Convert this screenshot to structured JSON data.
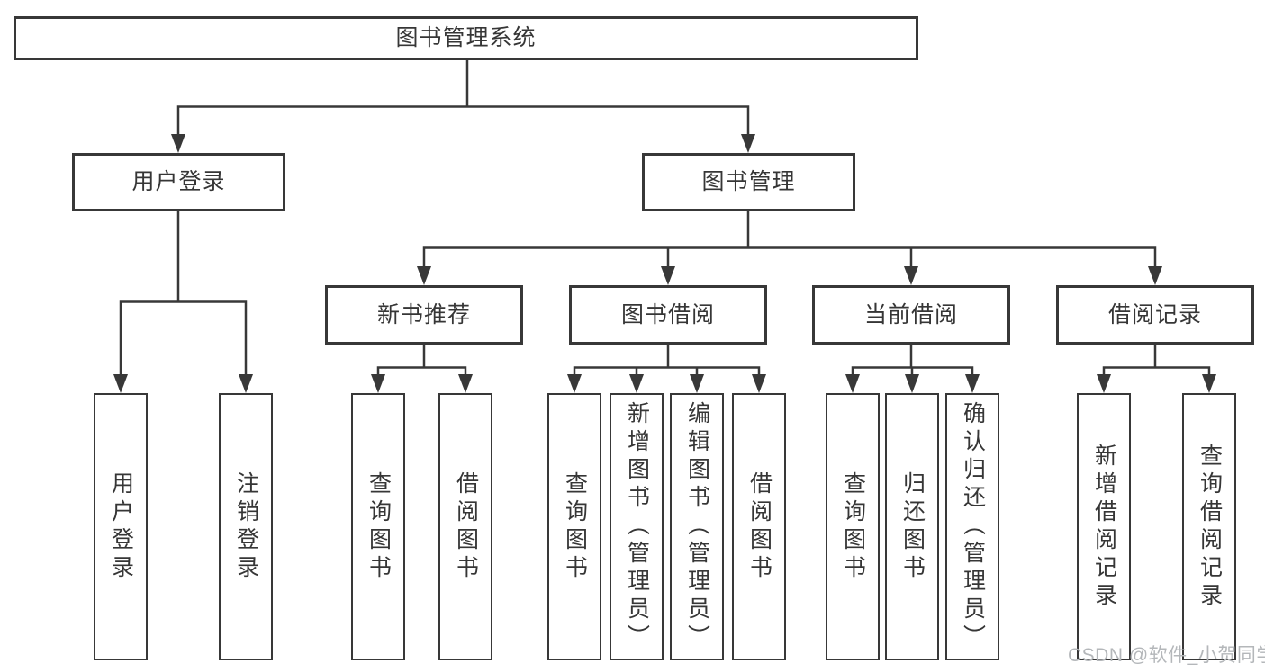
{
  "diagram": {
    "type": "hierarchy-tree",
    "title": "图书管理系统"
  },
  "colors": {
    "line": "#383838",
    "box_border": "#383838",
    "text": "#363636",
    "background": "#ffffff",
    "watermark": "#b4b7ba"
  },
  "tree": {
    "root": "图书管理系统",
    "branches": [
      {
        "label": "用户登录",
        "children": [
          "用户登录",
          "注销登录"
        ]
      },
      {
        "label": "图书管理",
        "children": [
          {
            "label": "新书推荐",
            "children": [
              "查询图书",
              "借阅图书"
            ]
          },
          {
            "label": "图书借阅",
            "children": [
              "查询图书",
              "新增图书（管理员）",
              "编辑图书（管理员）",
              "借阅图书"
            ]
          },
          {
            "label": "当前借阅",
            "children": [
              "查询图书",
              "归还图书",
              "确认归还（管理员）"
            ]
          },
          {
            "label": "借阅记录",
            "children": [
              "新增借阅记录",
              "查询借阅记录"
            ]
          }
        ]
      }
    ]
  },
  "watermark": {
    "text": "CSDN @软件_小贺同学"
  }
}
